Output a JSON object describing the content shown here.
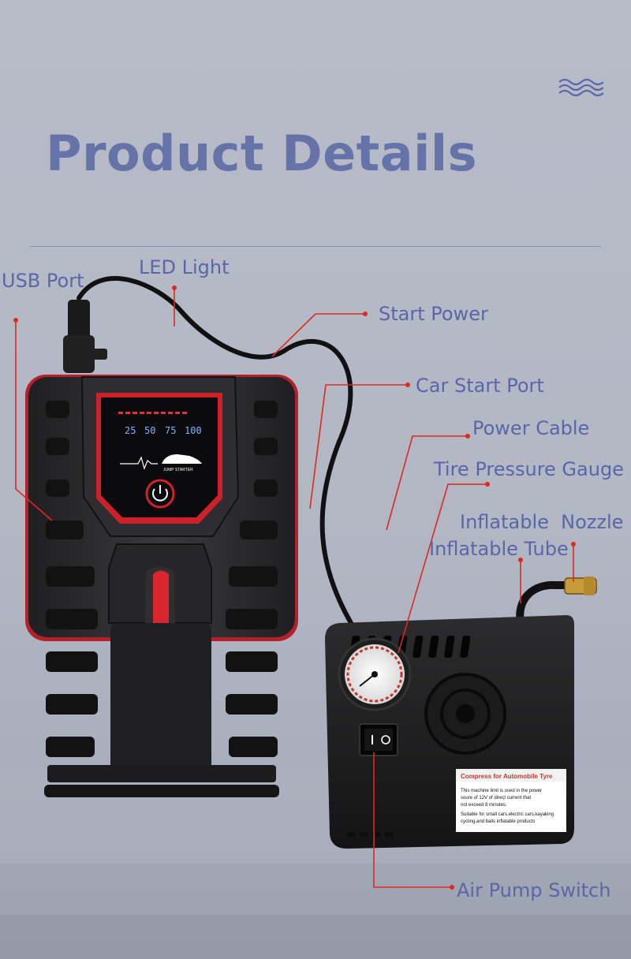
{
  "title": "Product Details",
  "labels": {
    "usb_port": "USB Port",
    "led_light": "LED Light",
    "start_power": "Start Power",
    "car_start_port": "Car Start Port",
    "power_cable": "Power Cable",
    "tire_pressure_gauge": "Tire Pressure Gauge",
    "inflatable_nozzle": "Inflatable  Nozzle",
    "inflatable_tube": "Inflatable Tube",
    "air_pump_switch": "Air Pump Switch"
  },
  "screen": {
    "levels": [
      "25",
      "50",
      "75",
      "100"
    ],
    "brand_tag": "JUMP STARTER"
  },
  "compressor_label": {
    "heading": "Compress for Automobile Tyre",
    "lines": [
      "This machine limit is used in the power",
      "soure of 12V of direct current that",
      "not exceed 8 minutes.",
      "Suitable for small cars,electric cars,kayaking",
      "cycling,and balls inflatable products"
    ]
  },
  "colors": {
    "title": "#6673a8",
    "label": "#5b65a8",
    "callout_line": "#e0281e",
    "device_body": "#2b2b2d",
    "device_accent": "#d4202a"
  },
  "icons": [
    "waves-icon",
    "power-icon"
  ]
}
